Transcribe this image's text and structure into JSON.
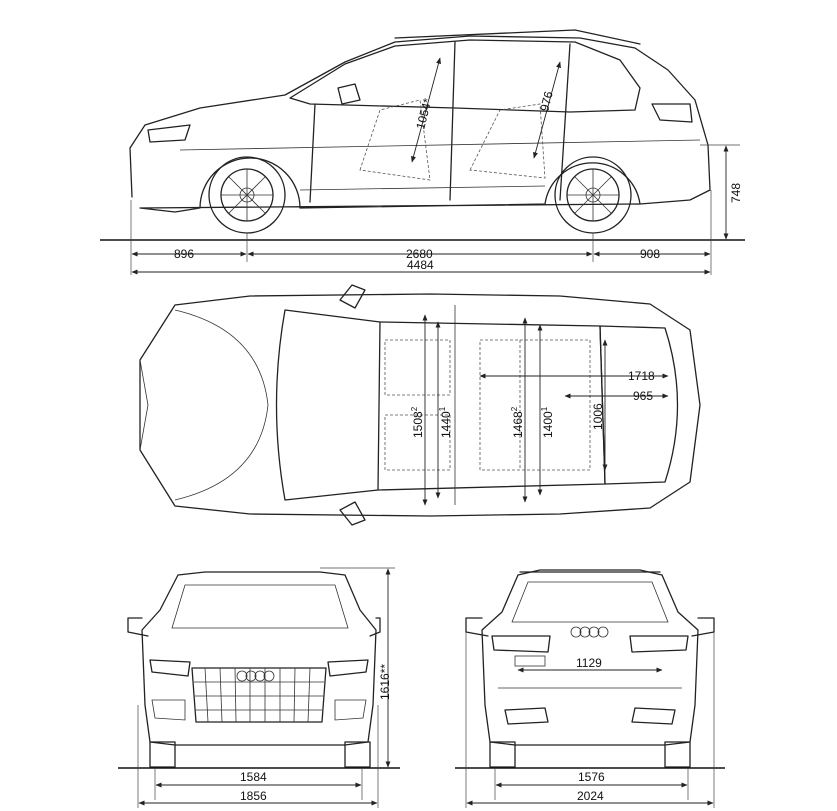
{
  "side_view": {
    "front_overhang": "896",
    "wheelbase": "2680",
    "rear_overhang": "908",
    "overall_length": "4484",
    "front_headroom": "1054*",
    "rear_headroom": "976",
    "rear_height": "748"
  },
  "top_view": {
    "front_shoulder": "1508",
    "front_shoulder_sup": "2",
    "front_elbow": "1440",
    "front_elbow_sup": "1",
    "rear_shoulder": "1468",
    "rear_shoulder_sup": "2",
    "rear_elbow": "1400",
    "rear_elbow_sup": "1",
    "load_width": "1006",
    "load_length_max": "1718",
    "load_length": "965"
  },
  "front_view": {
    "height": "1616**",
    "track": "1584",
    "width": "1856"
  },
  "rear_view": {
    "trunk_width": "1129",
    "track": "1576",
    "width_mirrors": "2024"
  }
}
